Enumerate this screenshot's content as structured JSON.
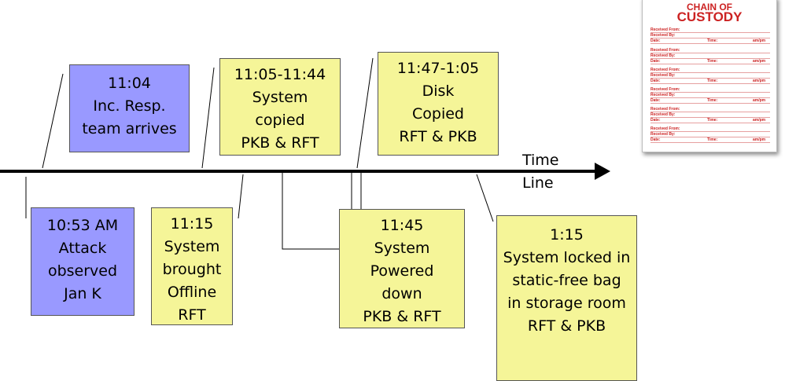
{
  "timeline": {
    "axis_label_line1": "Time",
    "axis_label_line2": "Line",
    "events_top": [
      {
        "lines": [
          "11:04",
          "Inc. Resp.",
          "team arrives"
        ],
        "color": "#9999ff"
      },
      {
        "lines": [
          "11:05-11:44",
          "System",
          "copied",
          "PKB & RFT"
        ],
        "color": "#f5f598"
      },
      {
        "lines": [
          "11:47-1:05",
          "Disk",
          "Copied",
          "RFT & PKB"
        ],
        "color": "#f5f598"
      }
    ],
    "events_bottom": [
      {
        "lines": [
          "10:53 AM",
          "Attack",
          "observed",
          "Jan K"
        ],
        "color": "#9999ff"
      },
      {
        "lines": [
          "11:15",
          "System",
          "brought",
          "Offline",
          "RFT"
        ],
        "color": "#f5f598"
      },
      {
        "lines": [
          "11:45",
          "System",
          "Powered",
          "down",
          "PKB & RFT"
        ],
        "color": "#f5f598"
      },
      {
        "lines": [
          "1:15",
          "System locked in",
          "static-free bag",
          "in storage room",
          "RFT & PKB"
        ],
        "color": "#f5f598"
      }
    ]
  },
  "custody_card": {
    "title_small": "CHAIN OF",
    "title_large": "CUSTODY",
    "labels": {
      "received_from": "Received From:",
      "received_by": "Received By:",
      "date": "Date:",
      "time": "Time:",
      "ampm": "am/pm"
    }
  }
}
